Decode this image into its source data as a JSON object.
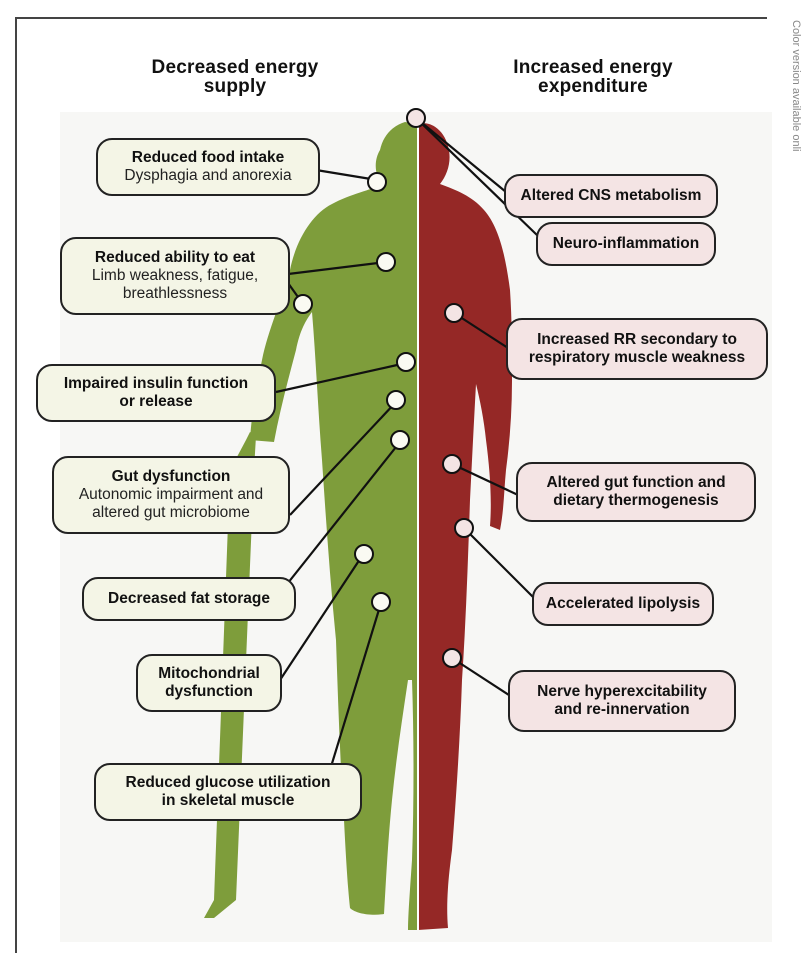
{
  "headings": {
    "left": [
      "Decreased energy",
      "supply"
    ],
    "right": [
      "Increased energy",
      "expenditure"
    ]
  },
  "side_note": "Color version available onli",
  "colors": {
    "green_figure": "#7e9d3b",
    "red_figure": "#952826",
    "green_box": "#f4f5e6",
    "red_box": "#f4e4e4"
  },
  "left_boxes": [
    {
      "title": "Reduced food intake",
      "sub": "Dysphagia and anorexia"
    },
    {
      "title": "Reduced ability to eat",
      "sub": "Limb weakness, fatigue,\nbreathlessness"
    },
    {
      "title": "Impaired insulin function\nor release",
      "sub": ""
    },
    {
      "title": "Gut dysfunction",
      "sub": "Autonomic impairment and\naltered gut microbiome"
    },
    {
      "title": "Decreased fat storage",
      "sub": ""
    },
    {
      "title": "Mitochondrial\ndysfunction",
      "sub": ""
    },
    {
      "title": "Reduced glucose utilization\nin skeletal muscle",
      "sub": ""
    }
  ],
  "right_boxes": [
    {
      "title": "Altered CNS metabolism"
    },
    {
      "title": "Neuro-inflammation"
    },
    {
      "title": "Increased RR secondary to\nrespiratory muscle weakness"
    },
    {
      "title": "Altered gut function and\ndietary thermogenesis"
    },
    {
      "title": "Accelerated lipolysis"
    },
    {
      "title": "Nerve hyperexcitability\nand re-innervation"
    }
  ]
}
